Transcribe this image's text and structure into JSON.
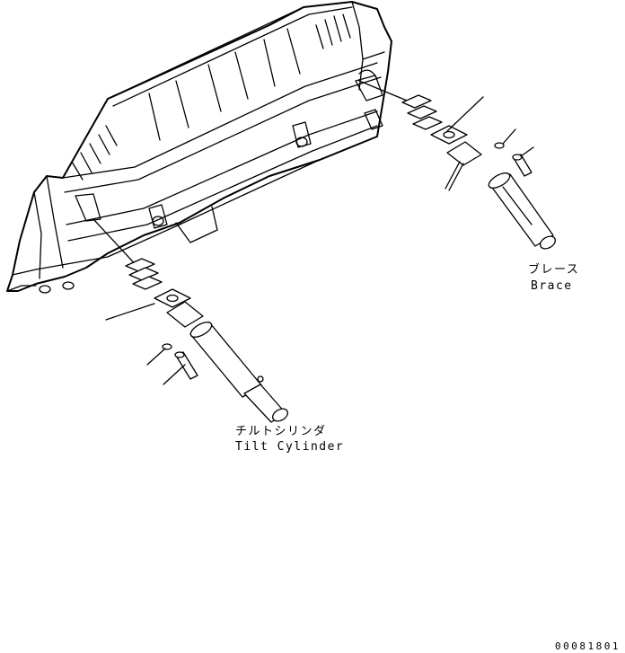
{
  "labels": {
    "tilt_cylinder_jp": "チルトシリンダ",
    "tilt_cylinder_en": "Tilt Cylinder",
    "brace_jp": "ブレース",
    "brace_en": "Brace",
    "drawing_code": "00081801"
  },
  "colors": {
    "line": "#000000",
    "background": "#ffffff"
  }
}
